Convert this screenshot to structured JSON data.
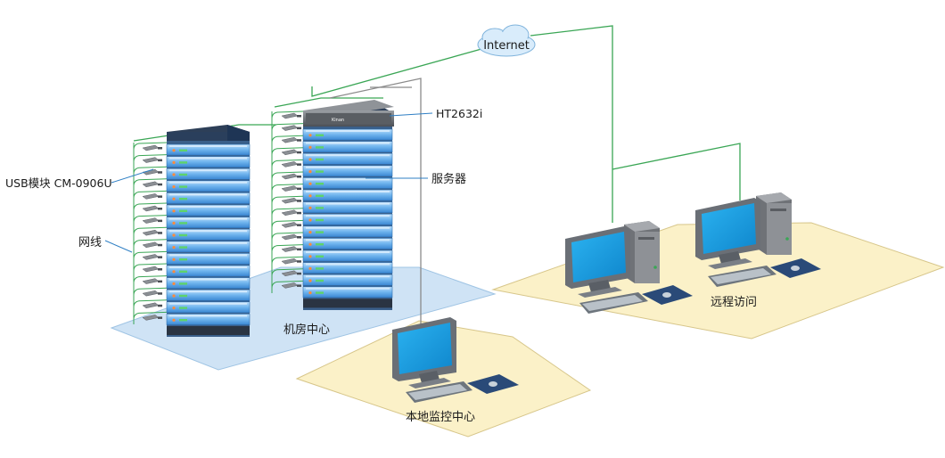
{
  "labels": {
    "internet": "Internet",
    "kvm": "HT2632i",
    "usb_module": "USB模块 CM-0906U",
    "network_cable": "网线",
    "servers": "服务器",
    "machine_room": "机房中心",
    "local_monitor": "本地监控中心",
    "remote_access": "远程访问",
    "kvm_brand": "Kinan"
  },
  "colors": {
    "cable_green": "#3aa655",
    "cable_gray": "#8a8a8a",
    "floor_blue": "#cfe3f5",
    "floor_yellow": "#fbf1c8",
    "rack_blue": "#5aa4e6",
    "screen_blue": "#1fa0e6"
  },
  "icons": [
    "cloud-icon",
    "server-rack-icon",
    "kvm-switch-icon",
    "monitor-icon",
    "pc-tower-icon",
    "keyboard-icon",
    "mouse-pad-icon",
    "usb-module-icon"
  ]
}
